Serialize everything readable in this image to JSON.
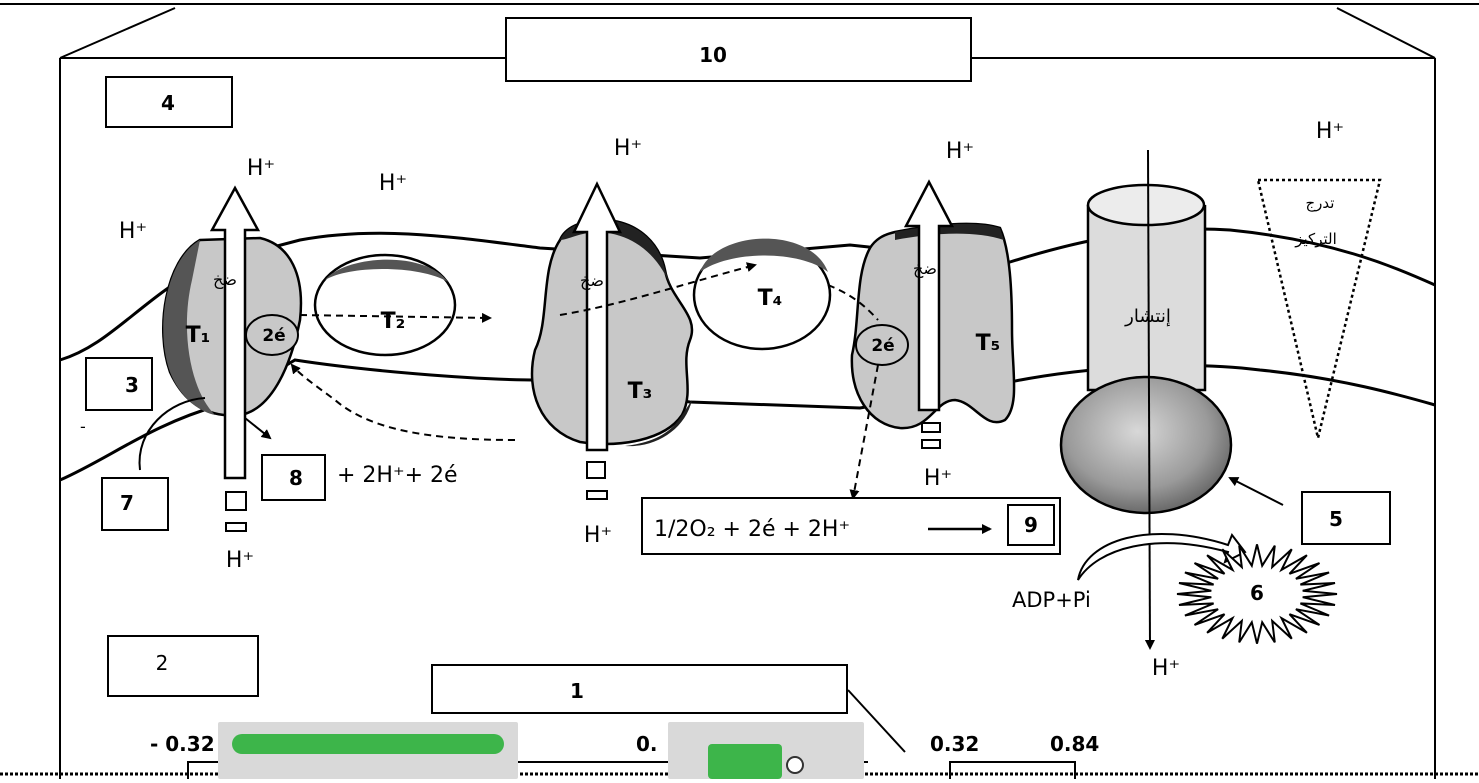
{
  "boxes": {
    "b1": "1",
    "b2": "2",
    "b3": "3",
    "b4": "4",
    "b5": "5",
    "b6": "6",
    "b7": "7",
    "b8": "8",
    "b9": "9",
    "b10": "10"
  },
  "proteins": {
    "t1": "T₁",
    "t2": "T₂",
    "t3": "T₃",
    "t4": "T₄",
    "t5": "T₅"
  },
  "labels": {
    "h_plus": "H⁺",
    "two_e": "2é",
    "pump_text": "ضخ",
    "diffusion": "إنتشار",
    "gradient_line1": "تدرج",
    "gradient_line2": "التركيز",
    "adp_pi": "ADP+Pi",
    "reaction_8": "+ 2H⁺+  2é",
    "reaction_9": "1/2O₂ + 2é + 2H⁺"
  },
  "scale_values": [
    "- 0.32",
    "0.",
    "0.32",
    "0.84"
  ],
  "overlay": {
    "banner_text": "",
    "button_text": ""
  },
  "colors": {
    "protein_fill": "#c8c8c8",
    "protein_shadow": "#555555",
    "atp_synthase_head": "#9a9a9a",
    "overlay_bg": "#d9d9d9",
    "overlay_green": "#3db54a"
  }
}
